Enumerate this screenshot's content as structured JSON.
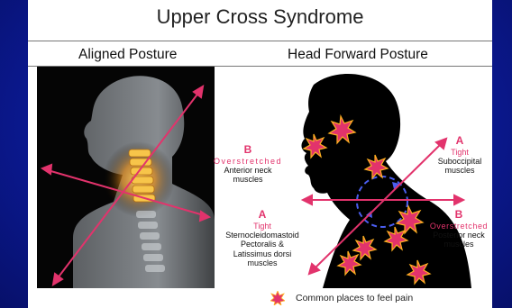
{
  "title": "Upper Cross Syndrome",
  "columns": {
    "left": "Aligned Posture",
    "right": "Head Forward Posture"
  },
  "labels": {
    "b_anterior": {
      "letter": "B",
      "state": "Overstretched",
      "muscle": "Anterior neck muscles"
    },
    "a_suboccipital": {
      "letter": "A",
      "state": "Tight",
      "muscle": "Suboccipital muscles"
    },
    "a_sterno": {
      "letter": "A",
      "state": "Tight",
      "muscle": "Sternocleidomastoid Pectoralis & Latissimus dorsi muscles"
    },
    "b_posterior": {
      "letter": "B",
      "state": "Overstretched",
      "muscle": "Posterior neck muscles"
    }
  },
  "legend": {
    "text": "Common places to feel pain",
    "icon": "pain-star-icon"
  },
  "colors": {
    "accent": "#e2336c",
    "background": "#0b1a96"
  }
}
